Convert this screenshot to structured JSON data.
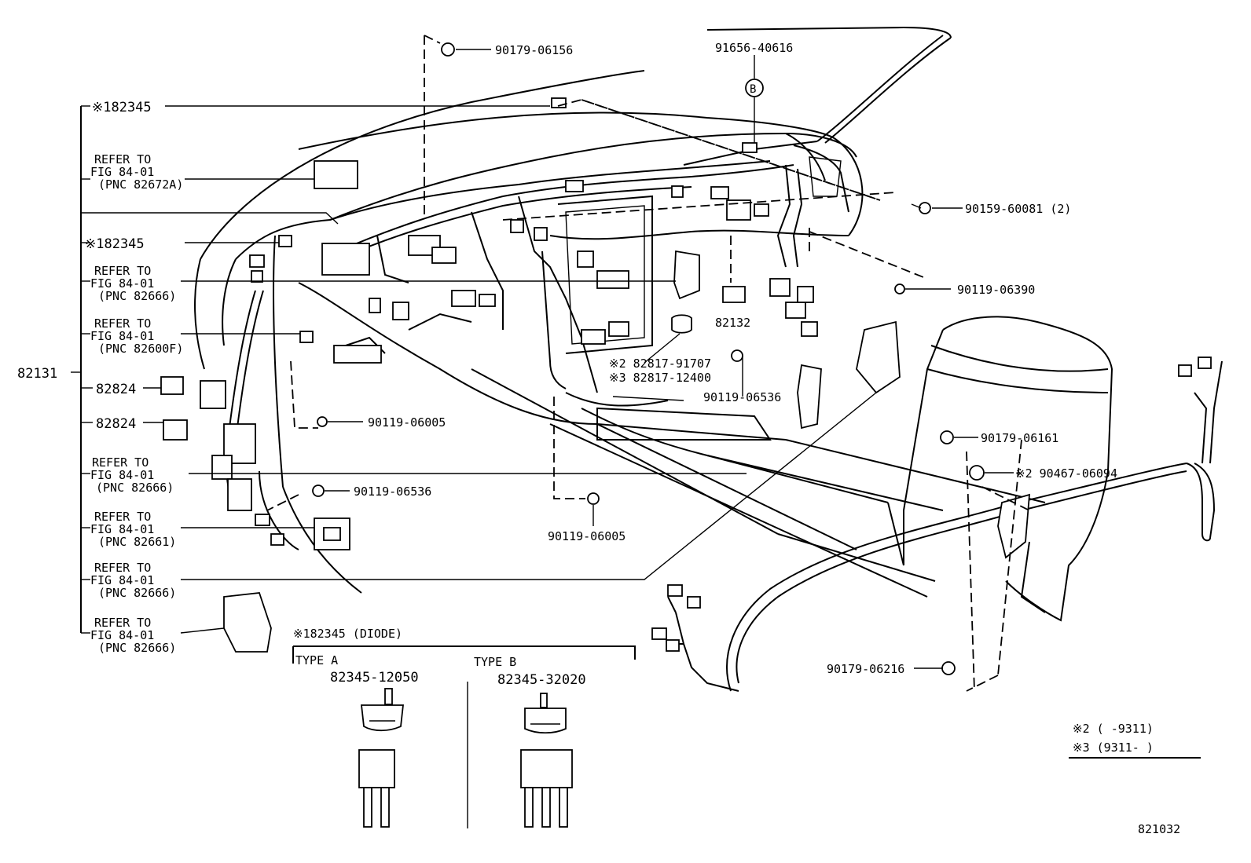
{
  "labels": {
    "l1": "※182345",
    "r1a": "REFER TO",
    "r1b": "FIG 84-01",
    "r1c": "(PNC 82672A)",
    "l2": "※182345",
    "r2a": "REFER TO",
    "r2b": "FIG 84-01",
    "r2c": "(PNC 82666)",
    "r3a": "REFER TO",
    "r3b": "FIG 84-01",
    "r3c": "(PNC 82600F)",
    "main": "82131",
    "c1": "82824",
    "c2": "82824",
    "r4a": "REFER TO",
    "r4b": "FIG 84-01",
    "r4c": "(PNC 82666)",
    "r5a": "REFER TO",
    "r5b": "FIG 84-01",
    "r5c": "(PNC 82661)",
    "r6a": "REFER TO",
    "r6b": "FIG 84-01",
    "r6c": "(PNC 82666)",
    "r7a": "REFER TO",
    "r7b": "FIG 84-01",
    "r7c": "(PNC 82666)",
    "p_90179_06156": "90179-06156",
    "p_91656_40616": "91656-40616",
    "marker_b": "B",
    "p_90159_60081": "90159-60081 (2)",
    "p_90119_06390": "90119-06390",
    "p_82132": "82132",
    "n2_82817": "※2 82817-91707",
    "n3_82817": "※3 82817-12400",
    "p_90119_06536a": "90119-06536",
    "p_90119_06005a": "90119-06005",
    "p_90119_06536b": "90119-06536",
    "p_90119_06005b": "90119-06005",
    "p_90179_06161": "90179-06161",
    "p_90467_06094": "※2 90467-06094",
    "p_90179_06216": "90179-06216",
    "diode_title": "※182345 (DIODE)",
    "type_a": "TYPE A",
    "type_b": "TYPE B",
    "pn_a": "82345-12050",
    "pn_b": "82345-32020",
    "note2": "※2 (       -9311)",
    "note3": "※3 (9311-       )",
    "fig_no": "821032"
  }
}
